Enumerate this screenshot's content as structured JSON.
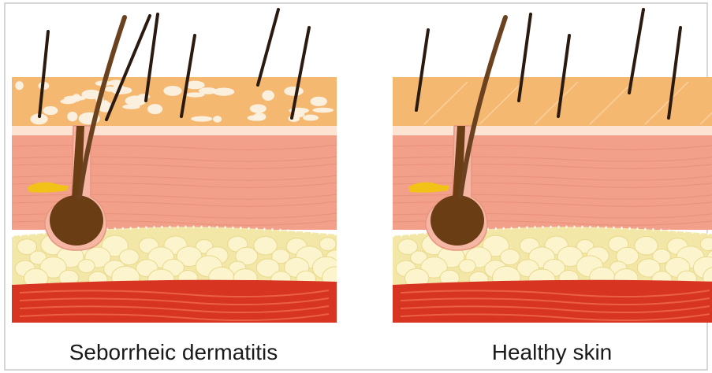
{
  "panels": [
    {
      "id": "seborrheic",
      "caption": "Seborrheic dermatitis",
      "flakes": true
    },
    {
      "id": "healthy",
      "caption": "Healthy skin",
      "flakes": false
    }
  ],
  "colors": {
    "border": "#c8c8c8",
    "epidermis": "#f5b870",
    "epidermis_line": "#fbe0bf",
    "dermis": "#f2a089",
    "dermis_line": "#e58a74",
    "fat_bg": "#f3e7a8",
    "fat_cell": "#fbf4cc",
    "muscle": "#d73422",
    "muscle_line": "#f06b4f",
    "hair": "#2a1a10",
    "follicle": "#6a3d14",
    "sebaceous": "#f2c217",
    "flake": "#fbf1e3"
  }
}
